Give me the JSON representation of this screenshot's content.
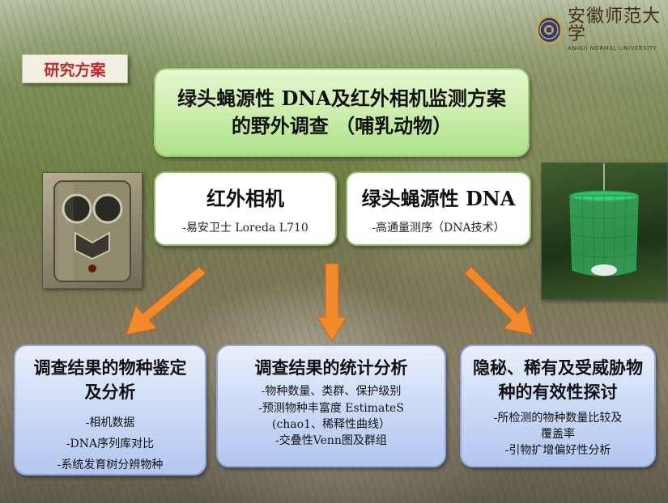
{
  "tag": {
    "label": "研究方案"
  },
  "logo": {
    "cn": "安徽师范大学",
    "en": "ANHUI NORMAL UNIVERSITY"
  },
  "title": {
    "text": "绿头蝇源性 DNA及红外相机监测方案的野外调查 （哺乳动物）"
  },
  "camera": {
    "heading": "红外相机",
    "sub": "-易安卫士 Loreda L710"
  },
  "dna": {
    "heading": "绿头蝇源性 DNA",
    "sub": "-高通量测序（DNA技术）"
  },
  "results": {
    "left": {
      "heading": "调查结果的物种鉴定及分析",
      "items": [
        "-相机数据",
        "-DNA序列库对比",
        "-系统发育树分辨物种"
      ]
    },
    "middle": {
      "heading": "调查结果的统计分析",
      "items": [
        "-物种数量、类群、保护级别",
        "-预测物种丰富度 EstimateS",
        "(chao1、稀释性曲线）",
        "-交叠性Venn图及群组"
      ]
    },
    "right": {
      "heading": "隐秘、稀有及受威胁物种的有效性探讨",
      "items": [
        "-所检测的物种数量比较及",
        "覆盖率",
        "-引物扩增偏好性分析"
      ]
    }
  },
  "colors": {
    "accent_orange": "#f08a2b",
    "title_green": "#c9ecaa",
    "box_blue": "#cad8f5",
    "tag_red": "#c0282a"
  },
  "icons": {
    "camera_photo": "trail-camera-photo",
    "trap_photo": "fly-trap-photo",
    "seal": "university-seal-icon"
  }
}
